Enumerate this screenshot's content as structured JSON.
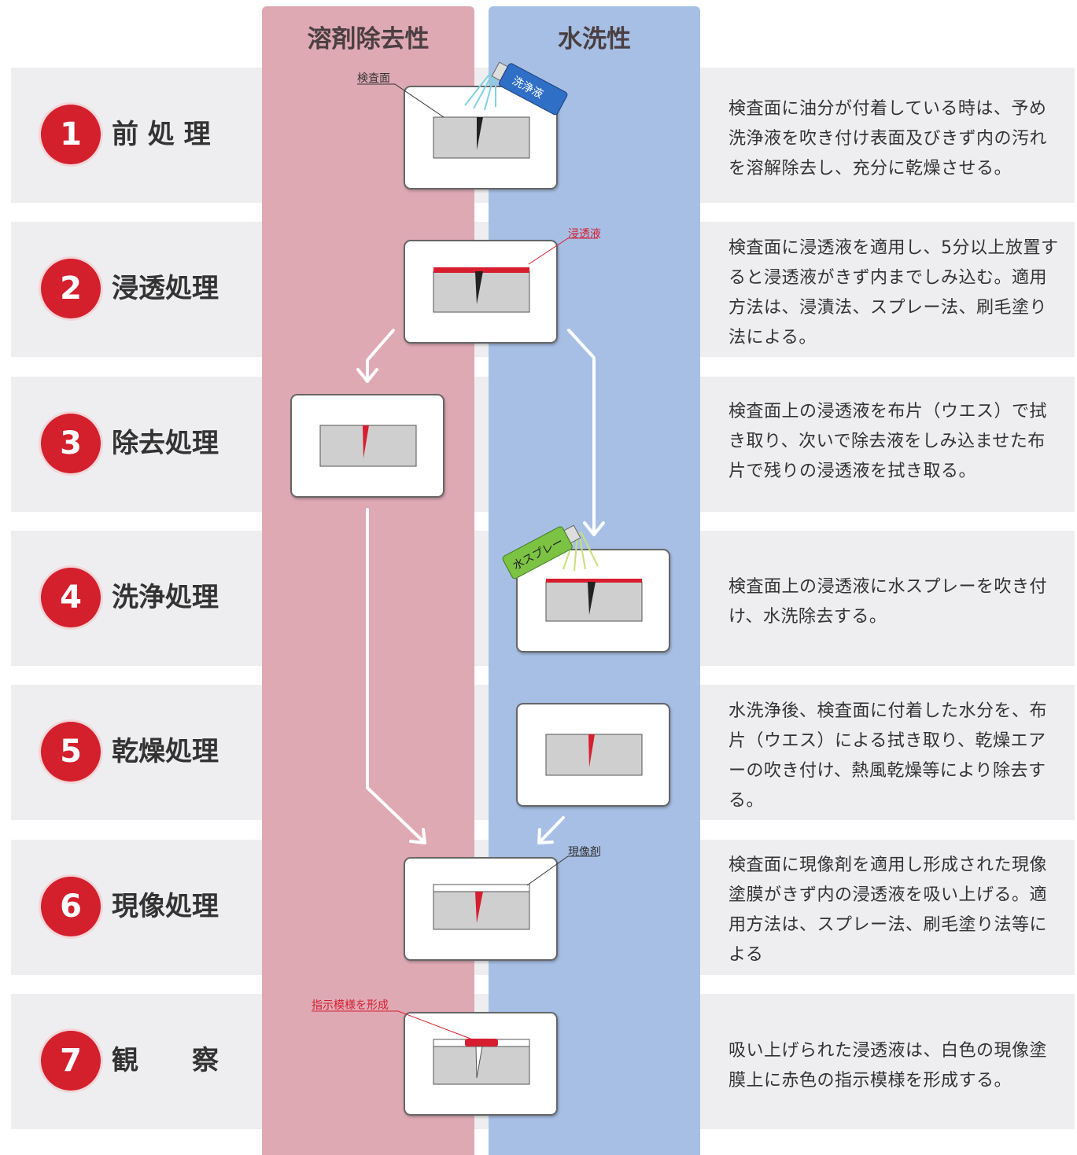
{
  "columns": {
    "solvent": "溶剤除去性",
    "water": "水洗性"
  },
  "steps": [
    {
      "number": "1",
      "name": "前 処 理",
      "desc": "検査面に油分が付着している時は、予め洗浄液を吹き付け表面及びきず内の汚れを溶解除去し、充分に乾燥させる。"
    },
    {
      "number": "2",
      "name": "浸透処理",
      "desc": "検査面に浸透液を適用し、5分以上放置すると浸透液がきず内までしみ込む。適用方法は、浸漬法、スプレー法、刷毛塗り法による。"
    },
    {
      "number": "3",
      "name": "除去処理",
      "desc": "検査面上の浸透液を布片（ウエス）で拭き取り、次いで除去液をしみ込ませた布片で残りの浸透液を拭き取る。"
    },
    {
      "number": "4",
      "name": "洗浄処理",
      "desc": "検査面上の浸透液に水スプレーを吹き付け、水洗除去する。"
    },
    {
      "number": "5",
      "name": "乾燥処理",
      "desc": "水洗浄後、検査面に付着した水分を、布片（ウエス）による拭き取り、乾燥エアーの吹き付け、熱風乾燥等により除去する。"
    },
    {
      "number": "6",
      "name": "現像処理",
      "desc": "検査面に現像剤を適用し形成された現像塗膜がきず内の浸透液を吸い上げる。適用方法は、スプレー法、刷毛塗り法等による"
    },
    {
      "number": "7",
      "name": "観　　察",
      "desc": "吸い上げられた浸透液は、白色の現像塗膜上に赤色の指示模様を形成する。"
    }
  ],
  "callouts": {
    "inspection_surface": "検査面",
    "penetrant": "浸透液",
    "developer": "現像剤",
    "indication": "指示模様を形成",
    "cleaner_can": "洗浄液",
    "water_spray": "水スプレー"
  },
  "colors": {
    "solvent_column": "#dfa9b4",
    "water_column": "#a7bfe5",
    "badge": "#d41f2d",
    "penetrant": "#d61e2e",
    "cleaner_can": "#2f6fc6",
    "spray_can": "#7cc243"
  }
}
